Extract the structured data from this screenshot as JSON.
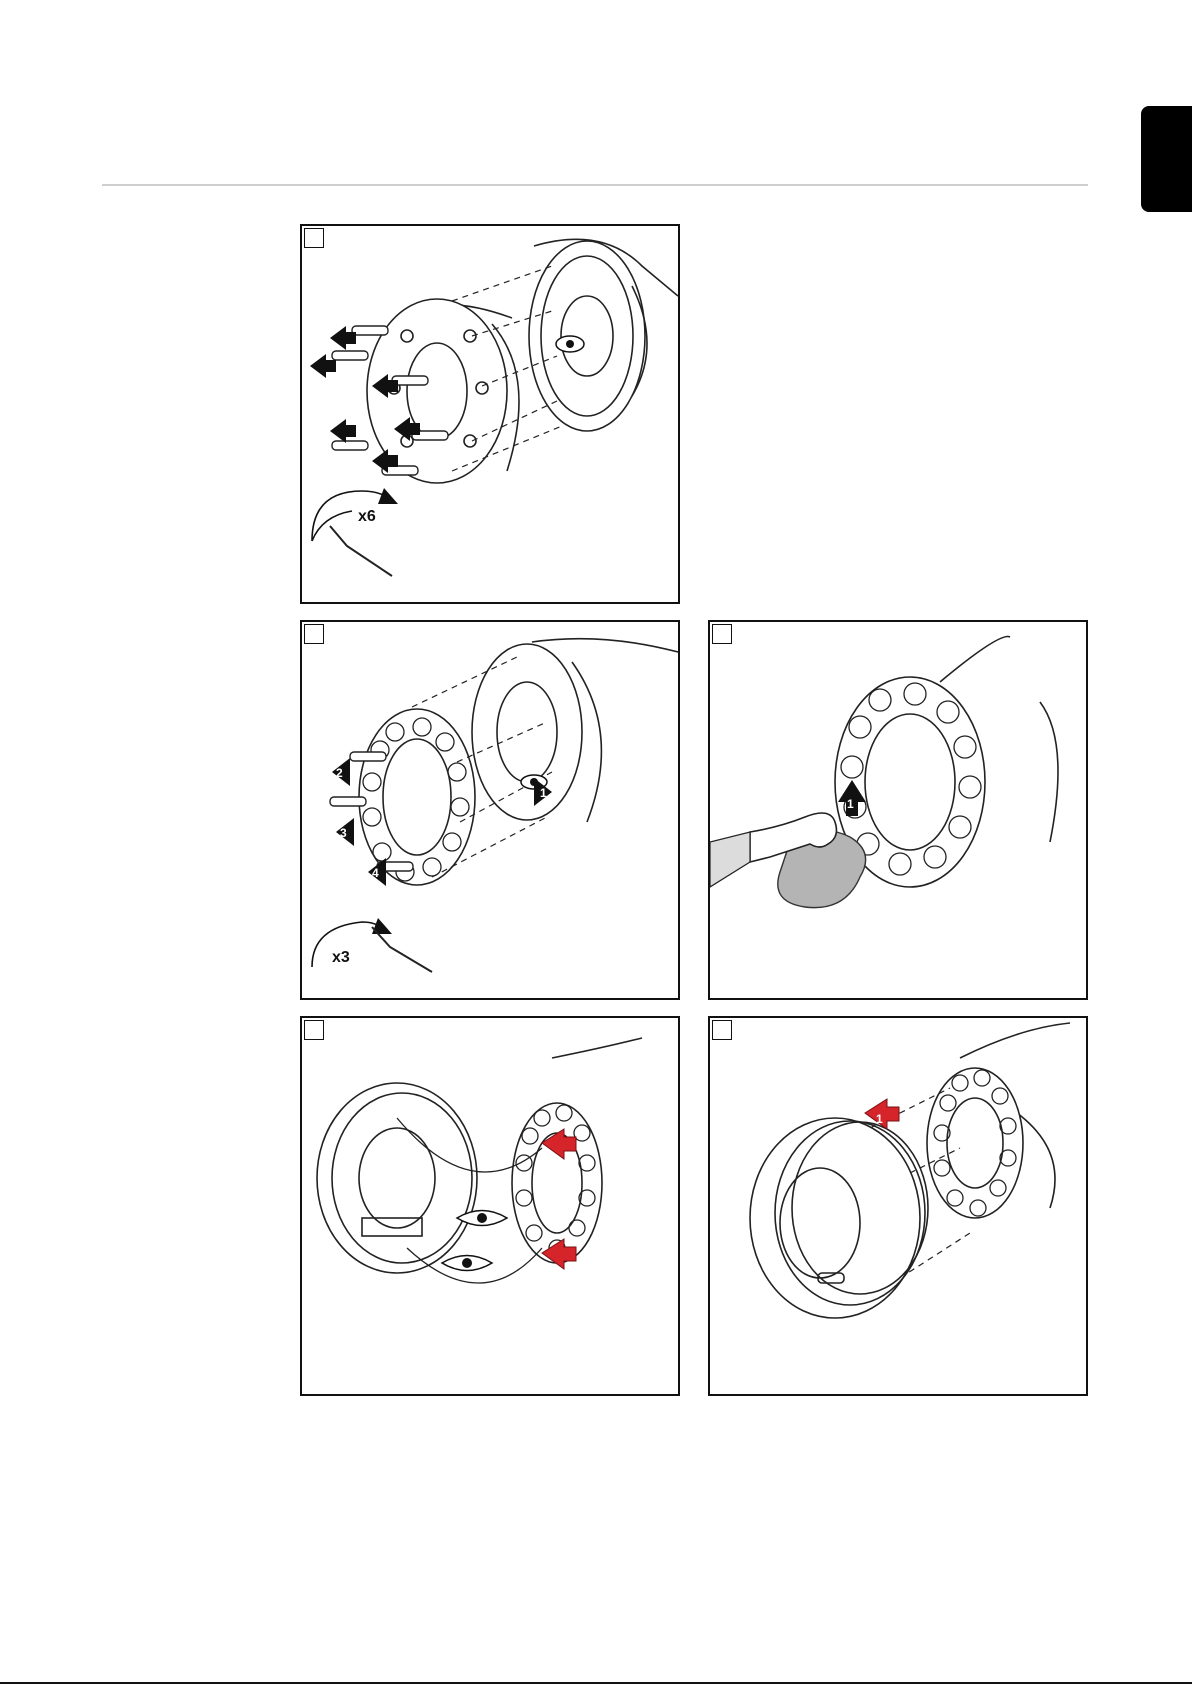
{
  "panels": [
    {
      "id": "panel-1",
      "multiplier": "x6"
    },
    {
      "id": "panel-2",
      "multiplier": "x3",
      "step_numbers": [
        "1",
        "2",
        "3",
        "4"
      ]
    },
    {
      "id": "panel-3",
      "step_numbers": [
        "1"
      ]
    },
    {
      "id": "panel-4"
    },
    {
      "id": "panel-5",
      "step_numbers": [
        "1"
      ]
    }
  ],
  "colors": {
    "accent_red": "#d6242b",
    "line": "#222222",
    "light_fill": "#e6e6e6"
  },
  "icons": [
    "eye-icon",
    "arrow-icon",
    "hex-key-icon",
    "rotation-arrow-icon",
    "cloth-icon",
    "hand-icon"
  ]
}
